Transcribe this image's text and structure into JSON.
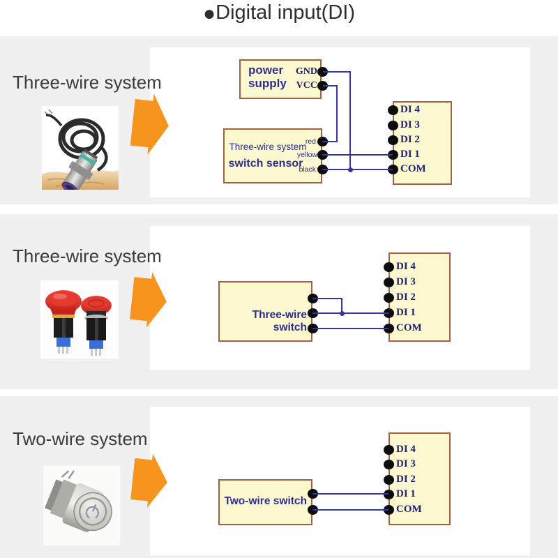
{
  "title": {
    "bullet": "●",
    "text": "Digital input(DI)"
  },
  "sections": [
    {
      "label": "Three-wire system",
      "photo_alt": "proximity-sensor-with-coiled-cable",
      "diagram": {
        "power_supply": {
          "line1": "power",
          "line2": "supply",
          "terminal_gnd": "GND",
          "terminal_vcc": "VCC"
        },
        "sensor_box": {
          "line1": "Three-wire system",
          "line2": "switch sensor",
          "wire_labels": [
            "red",
            "yellow",
            "black"
          ]
        },
        "di_block": {
          "terminals": [
            "DI 4",
            "DI 3",
            "DI 2",
            "DI 1",
            "COM"
          ]
        },
        "connections": [
          "GND → COM",
          "VCC → red",
          "yellow → DI 1",
          "black → COM"
        ]
      }
    },
    {
      "label": "Three-wire system",
      "photo_alt": "two-red-emergency-stop-buttons",
      "diagram": {
        "switch_box": {
          "label": "Three-wire switch"
        },
        "di_block": {
          "terminals": [
            "DI 4",
            "DI 3",
            "DI 2",
            "DI 1",
            "COM"
          ]
        },
        "connections": [
          "top terminal → DI 1",
          "middle terminal → DI 1",
          "bottom terminal → COM"
        ]
      }
    },
    {
      "label": "Two-wire system",
      "photo_alt": "metal-push-button-with-power-symbol",
      "diagram": {
        "switch_box": {
          "label": "Two-wire switch"
        },
        "di_block": {
          "terminals": [
            "DI 4",
            "DI 3",
            "DI 2",
            "DI 1",
            "COM"
          ]
        },
        "connections": [
          "top terminal → DI 1",
          "bottom terminal → COM"
        ]
      }
    }
  ],
  "colors": {
    "arrow_orange": "#f7941e",
    "wire_blue": "#3535a3",
    "box_fill": "#fcf9d0",
    "box_border": "#a5613f",
    "band_gray": "#f0f0f0",
    "label_navy": "#2d2d8f"
  }
}
